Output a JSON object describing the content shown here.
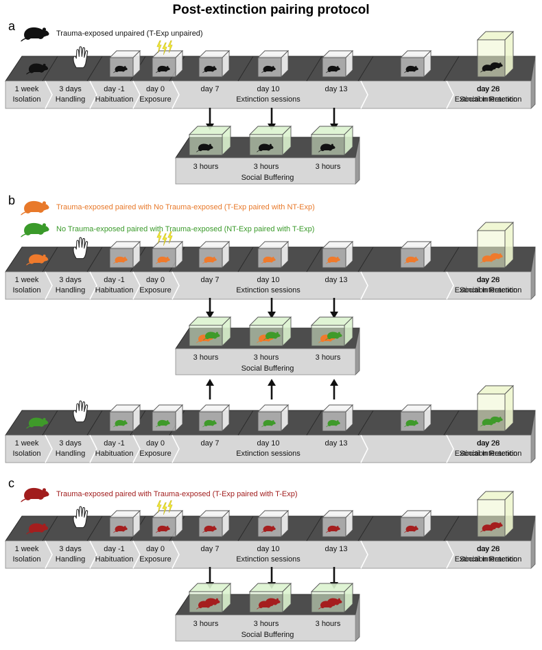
{
  "title": "Post-extinction pairing protocol",
  "colors": {
    "black_rat": "#111111",
    "orange_rat": "#ef7a2c",
    "green_rat": "#3f9a2a",
    "red_rat": "#a51e1e",
    "legend_orange": "#e8792a",
    "legend_green": "#3a9a2a",
    "legend_red": "#a11d1d",
    "track_top": "#4d4d4d",
    "track_front": "#d7d7d7",
    "box_green_fill": "#dcf3cf",
    "social_box_fill": "#eef6cf"
  },
  "stage_labels": {
    "s1": [
      "1 week",
      "Isolation"
    ],
    "s2": [
      "3 days",
      "Handling"
    ],
    "s3": [
      "day -1",
      "Habituation"
    ],
    "s4": [
      "day 0",
      "Exposure"
    ],
    "s5_day": "day 7",
    "s6_day": "day 10",
    "s6_name": "Extinction sessions",
    "s7_day": "day 13",
    "s8": [
      "day 26",
      "Extinction Retention"
    ],
    "s9": [
      "day 28",
      "Social Interaction"
    ]
  },
  "buffering": {
    "h1": "3 hours",
    "h2": "3 hours",
    "h3": "3 hours",
    "name": "Social Buffering"
  },
  "panels": {
    "a": {
      "letter": "a",
      "legend": [
        {
          "text": "Trauma-exposed unpaired (T-Exp unpaired)",
          "color": "#111111"
        }
      ]
    },
    "b": {
      "letter": "b",
      "legend": [
        {
          "text": "Trauma-exposed paired with No Trauma-exposed (T-Exp paired with NT-Exp)",
          "color": "#e8792a"
        },
        {
          "text": "No Trauma-exposed paired with Trauma-exposed (NT-Exp paired with T-Exp)",
          "color": "#3a9a2a"
        }
      ]
    },
    "c": {
      "letter": "c",
      "legend": [
        {
          "text": "Trauma-exposed paired with Trauma-exposed (T-Exp paired with T-Exp)",
          "color": "#a11d1d"
        }
      ]
    }
  }
}
